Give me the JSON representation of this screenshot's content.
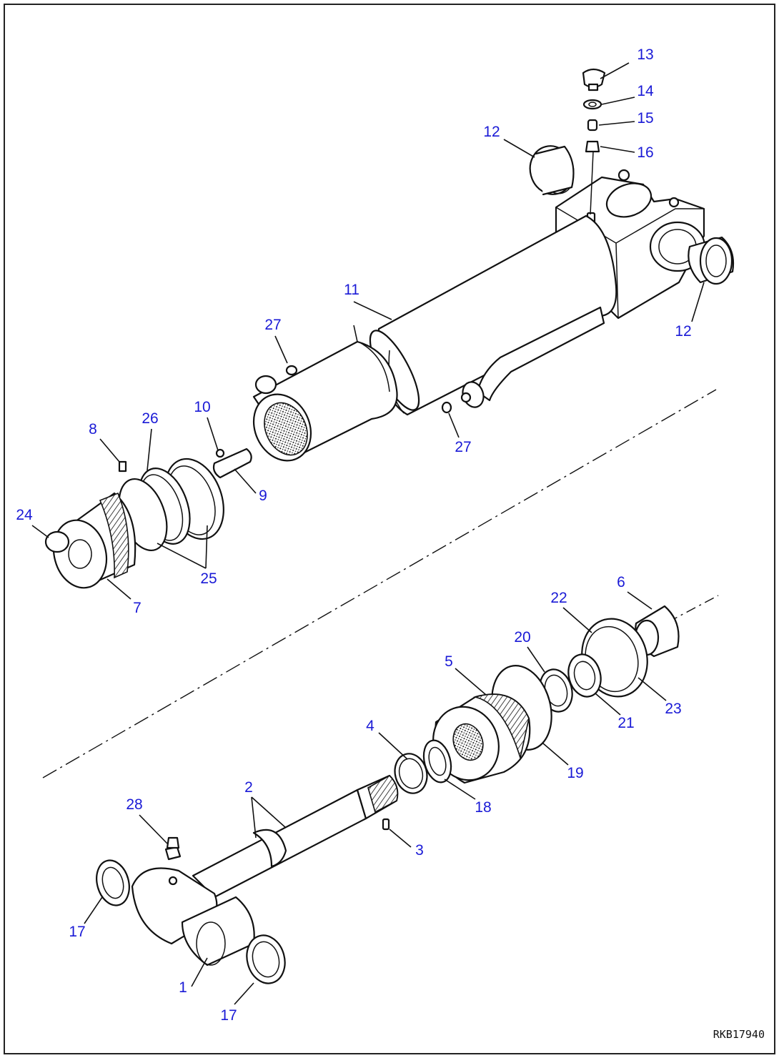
{
  "drawing_code": "RKB17940",
  "callouts": [
    {
      "number": "1"
    },
    {
      "number": "2"
    },
    {
      "number": "3"
    },
    {
      "number": "4"
    },
    {
      "number": "5"
    },
    {
      "number": "6"
    },
    {
      "number": "7"
    },
    {
      "number": "8"
    },
    {
      "number": "9"
    },
    {
      "number": "10"
    },
    {
      "number": "11"
    },
    {
      "number": "12"
    },
    {
      "number": "12"
    },
    {
      "number": "13"
    },
    {
      "number": "14"
    },
    {
      "number": "15"
    },
    {
      "number": "16"
    },
    {
      "number": "17"
    },
    {
      "number": "17"
    },
    {
      "number": "18"
    },
    {
      "number": "19"
    },
    {
      "number": "20"
    },
    {
      "number": "21"
    },
    {
      "number": "22"
    },
    {
      "number": "23"
    },
    {
      "number": "24"
    },
    {
      "number": "25"
    },
    {
      "number": "26"
    },
    {
      "number": "27"
    },
    {
      "number": "27"
    },
    {
      "number": "28"
    }
  ],
  "colors": {
    "callout": "#1a1ad6",
    "line": "#111111",
    "frame": "#222222"
  }
}
